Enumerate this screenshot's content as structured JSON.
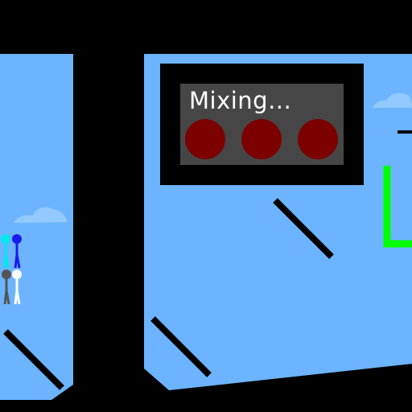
{
  "mixer": {
    "status_text": "Mixing...",
    "lights": [
      {
        "name": "indicator-light-1",
        "color": "#7c0000",
        "state": "off"
      },
      {
        "name": "indicator-light-2",
        "color": "#7c0000",
        "state": "off"
      },
      {
        "name": "indicator-light-3",
        "color": "#7c0000",
        "state": "off"
      }
    ]
  },
  "colors": {
    "background": "#000000",
    "sky": "#6cb4ff",
    "cloud": "#92caff",
    "frame": "#000000",
    "display": "#464646",
    "accent": "#00ff00"
  },
  "stickmen": [
    {
      "name": "stickman-cyan",
      "color": "#00e8f0"
    },
    {
      "name": "stickman-blue",
      "color": "#1a1aee"
    },
    {
      "name": "stickman-gray",
      "color": "#555555"
    },
    {
      "name": "stickman-white",
      "color": "#ffffff"
    }
  ]
}
